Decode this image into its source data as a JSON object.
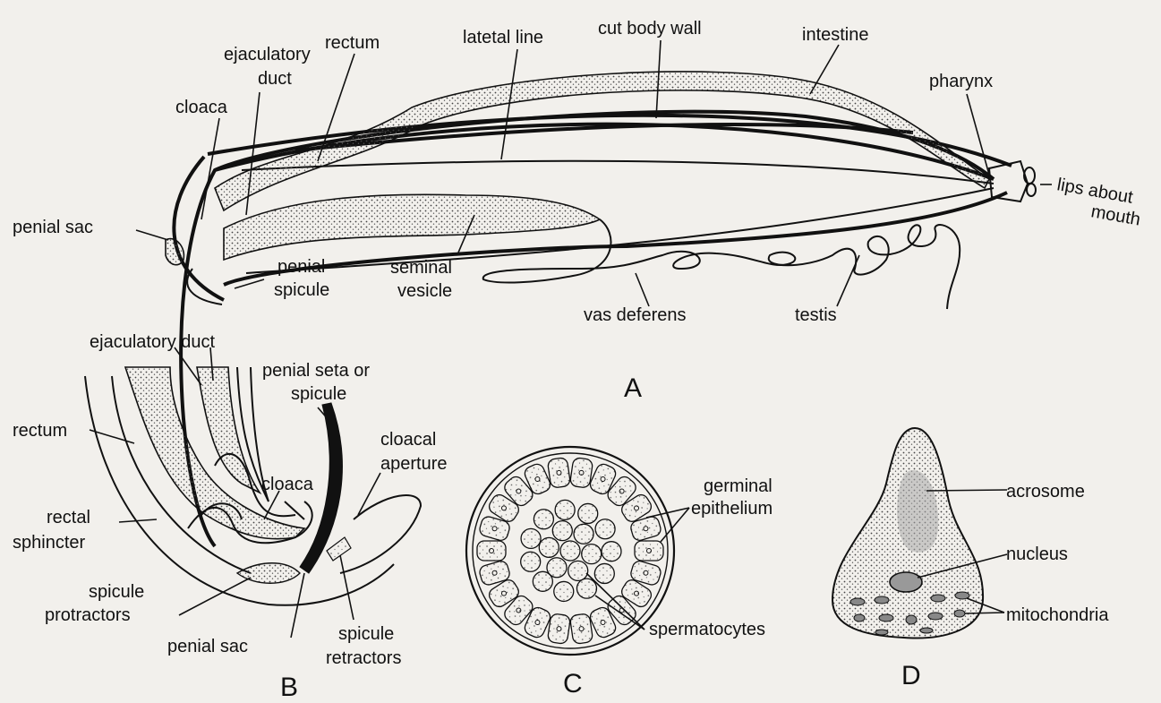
{
  "figure_labels": {
    "panel_a": "A",
    "panel_b": "B",
    "panel_c": "C",
    "panel_d": "D"
  },
  "panel_a_labels": {
    "ejaculatory_duct_1": "ejaculatory",
    "ejaculatory_duct_2": "duct",
    "rectum": "rectum",
    "lateral_line": "latetal line",
    "cut_body_wall": "cut body wall",
    "intestine": "intestine",
    "cloaca": "cloaca",
    "pharynx": "pharynx",
    "lips_1": "lips about",
    "lips_2": "mouth",
    "penial_sac": "penial sac",
    "penial_spicule_1": "penial",
    "penial_spicule_2": "spicule",
    "seminal_vesicle_1": "seminal",
    "seminal_vesicle_2": "vesicle",
    "vas_deferens": "vas deferens",
    "testis": "testis"
  },
  "panel_b_labels": {
    "ejaculatory_duct": "ejaculatory duct",
    "penial_seta_1": "penial seta or",
    "penial_seta_2": "spicule",
    "rectum": "rectum",
    "cloacal_aperture_1": "cloacal",
    "cloacal_aperture_2": "aperture",
    "cloaca": "cloaca",
    "rectal_sphincter_1": "rectal",
    "rectal_sphincter_2": "sphincter",
    "spicule_protractors_1": "spicule",
    "spicule_protractors_2": "protractors",
    "penial_sac": "penial sac",
    "spicule_retractors_1": "spicule",
    "spicule_retractors_2": "retractors"
  },
  "panel_c_labels": {
    "germinal_epithelium_1": "germinal",
    "germinal_epithelium_2": "epithelium",
    "spermatocytes": "spermatocytes"
  },
  "panel_d_labels": {
    "acrosome": "acrosome",
    "nucleus": "nucleus",
    "mitochondria": "mitochondria"
  }
}
